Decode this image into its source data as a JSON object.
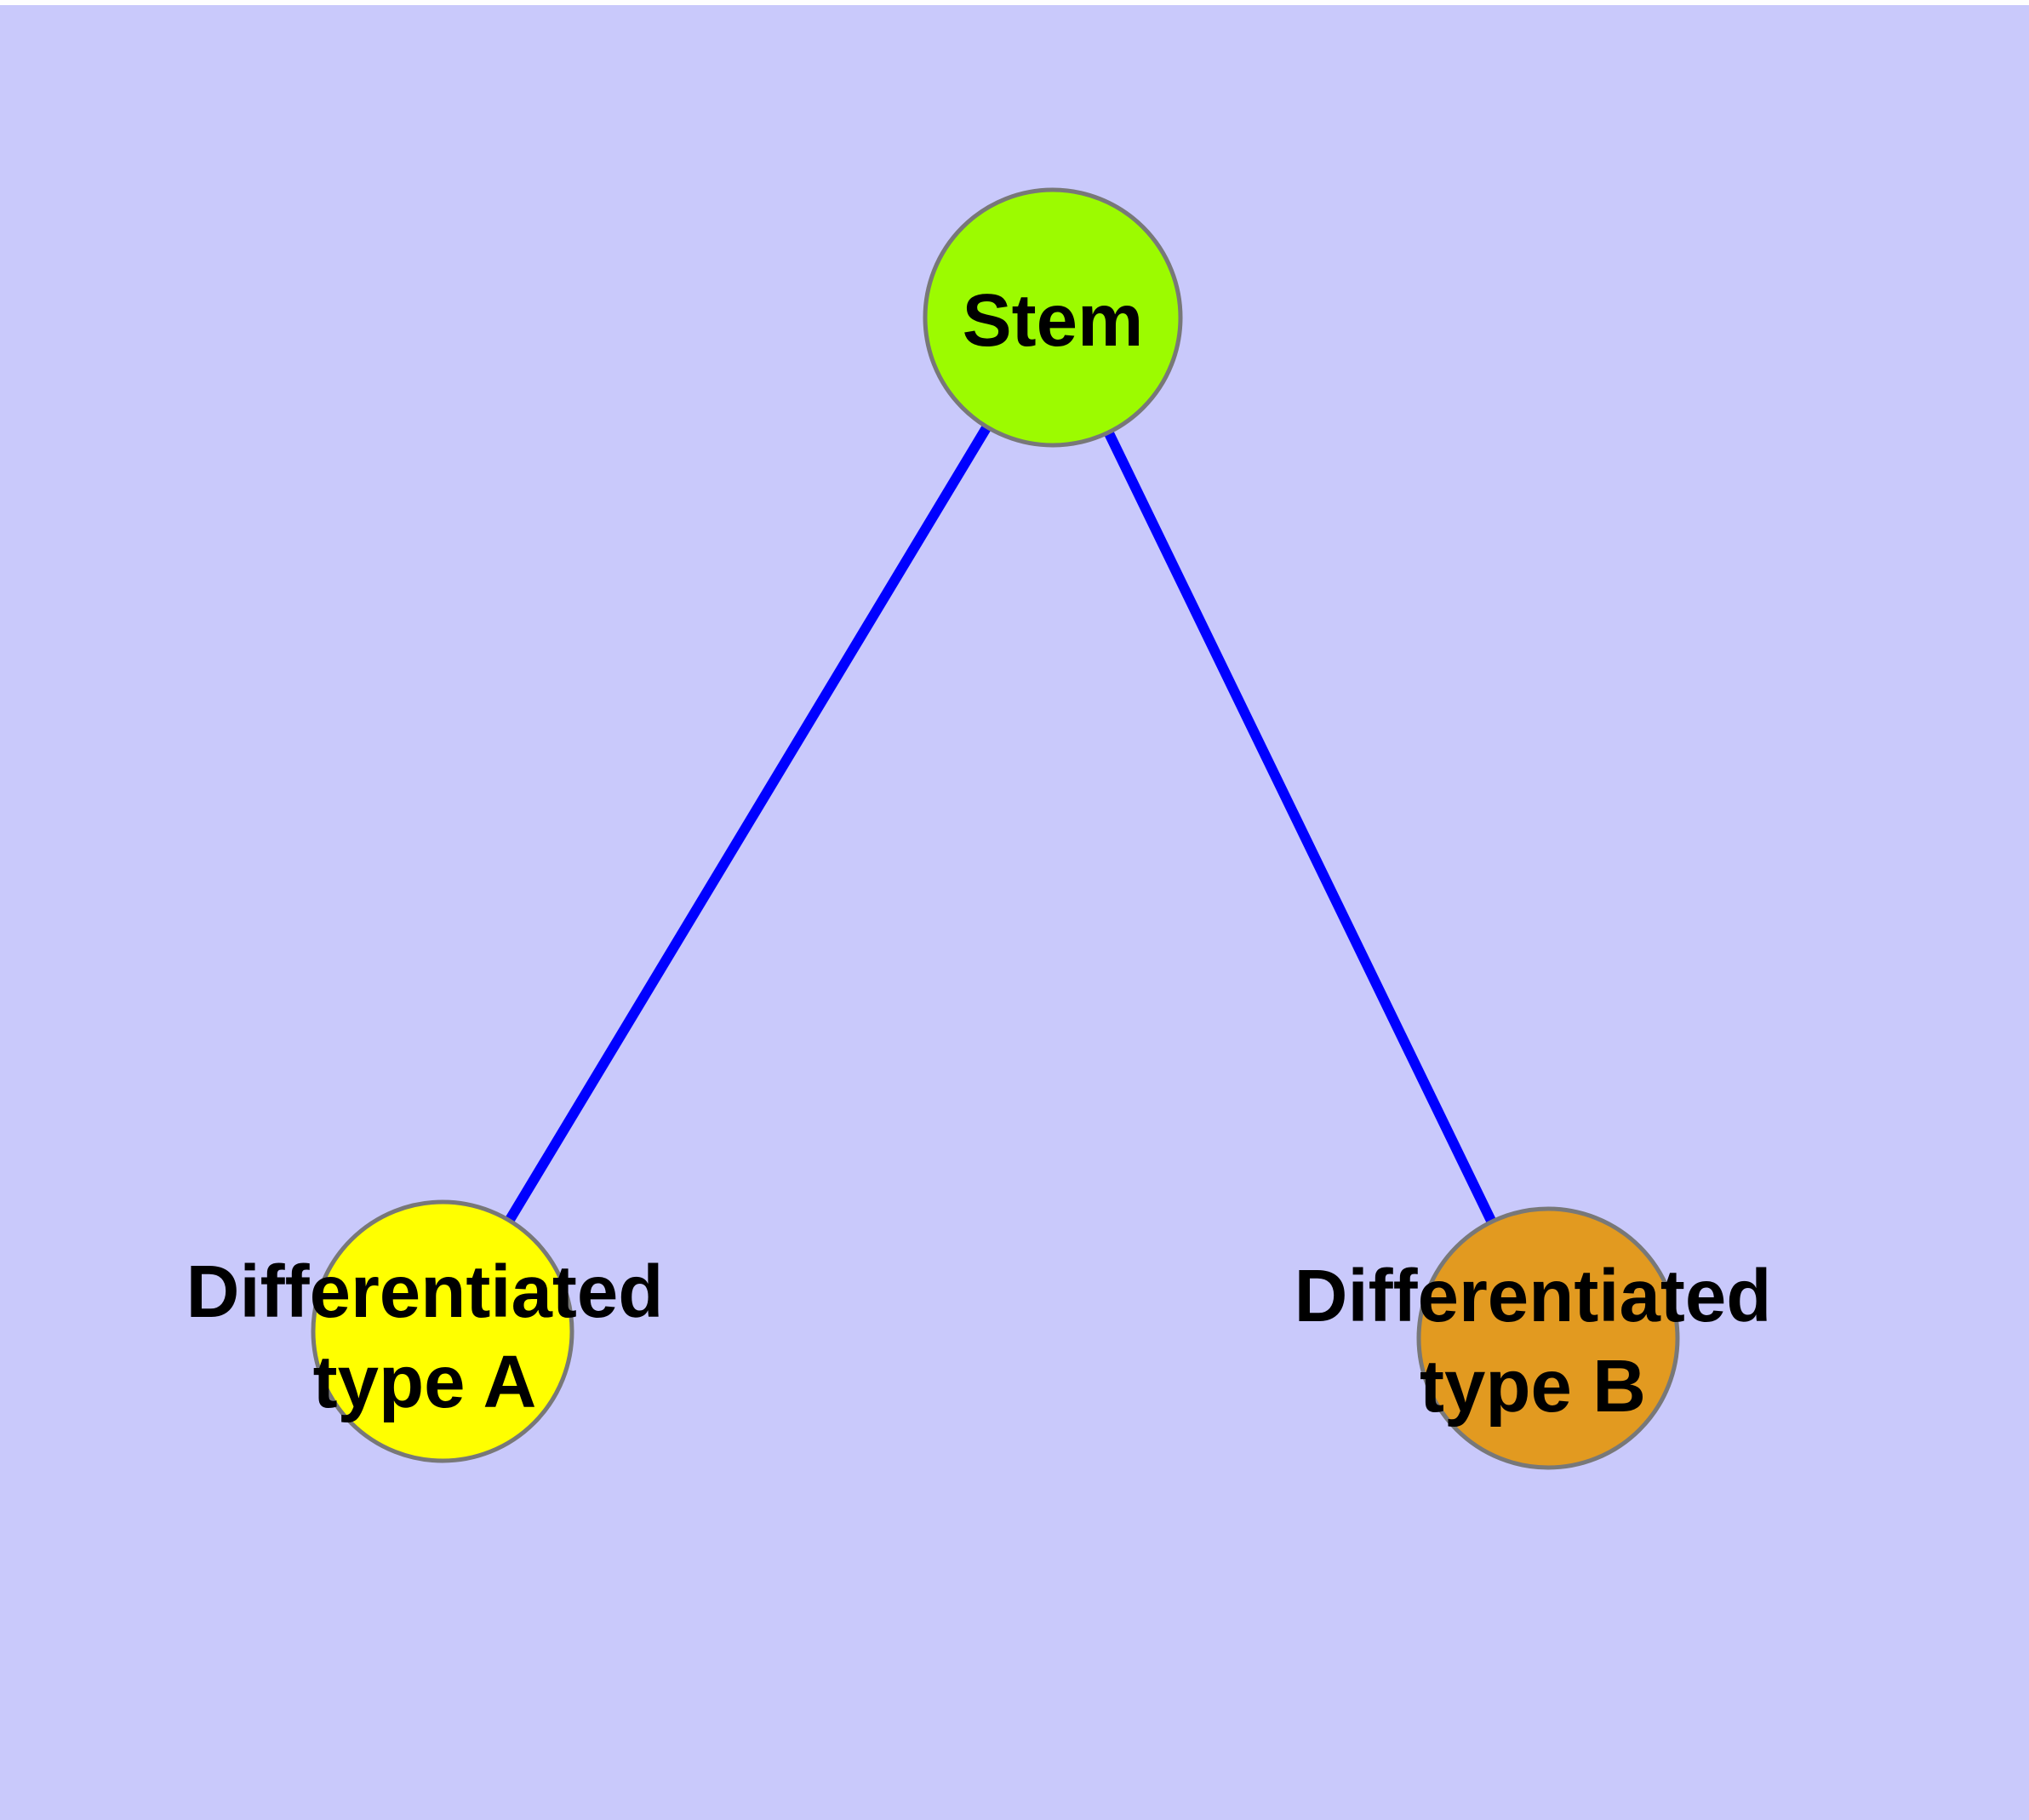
{
  "diagram": {
    "background_color": "#C9C9FB",
    "top_margin_color": "#FEFEFE",
    "edge_color": "#0000FF",
    "node_border_color": "#787878",
    "text_color": "#000000",
    "nodes": {
      "stem": {
        "label": "Stem",
        "fill": "#9CFB00"
      },
      "diff_a": {
        "label_line1": "Differentiated",
        "label_line2": "type A",
        "fill": "#FFFF00"
      },
      "diff_b": {
        "label_line1": "Differentiated",
        "label_line2": "type B",
        "fill": "#E29A20"
      }
    },
    "edges": [
      {
        "from": "Stem",
        "to": "Differentiated type A"
      },
      {
        "from": "Stem",
        "to": "Differentiated type B"
      }
    ]
  }
}
